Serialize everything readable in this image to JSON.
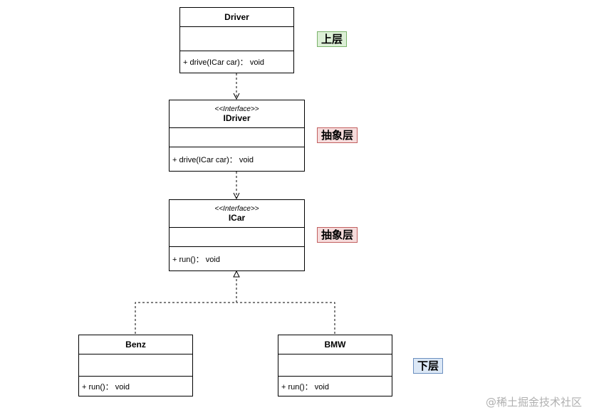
{
  "classes": {
    "driver": {
      "name": "Driver",
      "operation": "+ drive(ICar car)： void"
    },
    "idriver": {
      "stereotype": "<<Interface>>",
      "name": "IDriver",
      "operation": "+ drive(ICar car)： void"
    },
    "icar": {
      "stereotype": "<<Interface>>",
      "name": "ICar",
      "operation": "+ run()： void"
    },
    "benz": {
      "name": "Benz",
      "operation": "+ run()： void"
    },
    "bmw": {
      "name": "BMW",
      "operation": "+ run()： void"
    }
  },
  "layer_tags": {
    "upper": "上层",
    "abstract_1": "抽象层",
    "abstract_2": "抽象层",
    "lower": "下层"
  },
  "watermark": "@稀土掘金技术社区"
}
